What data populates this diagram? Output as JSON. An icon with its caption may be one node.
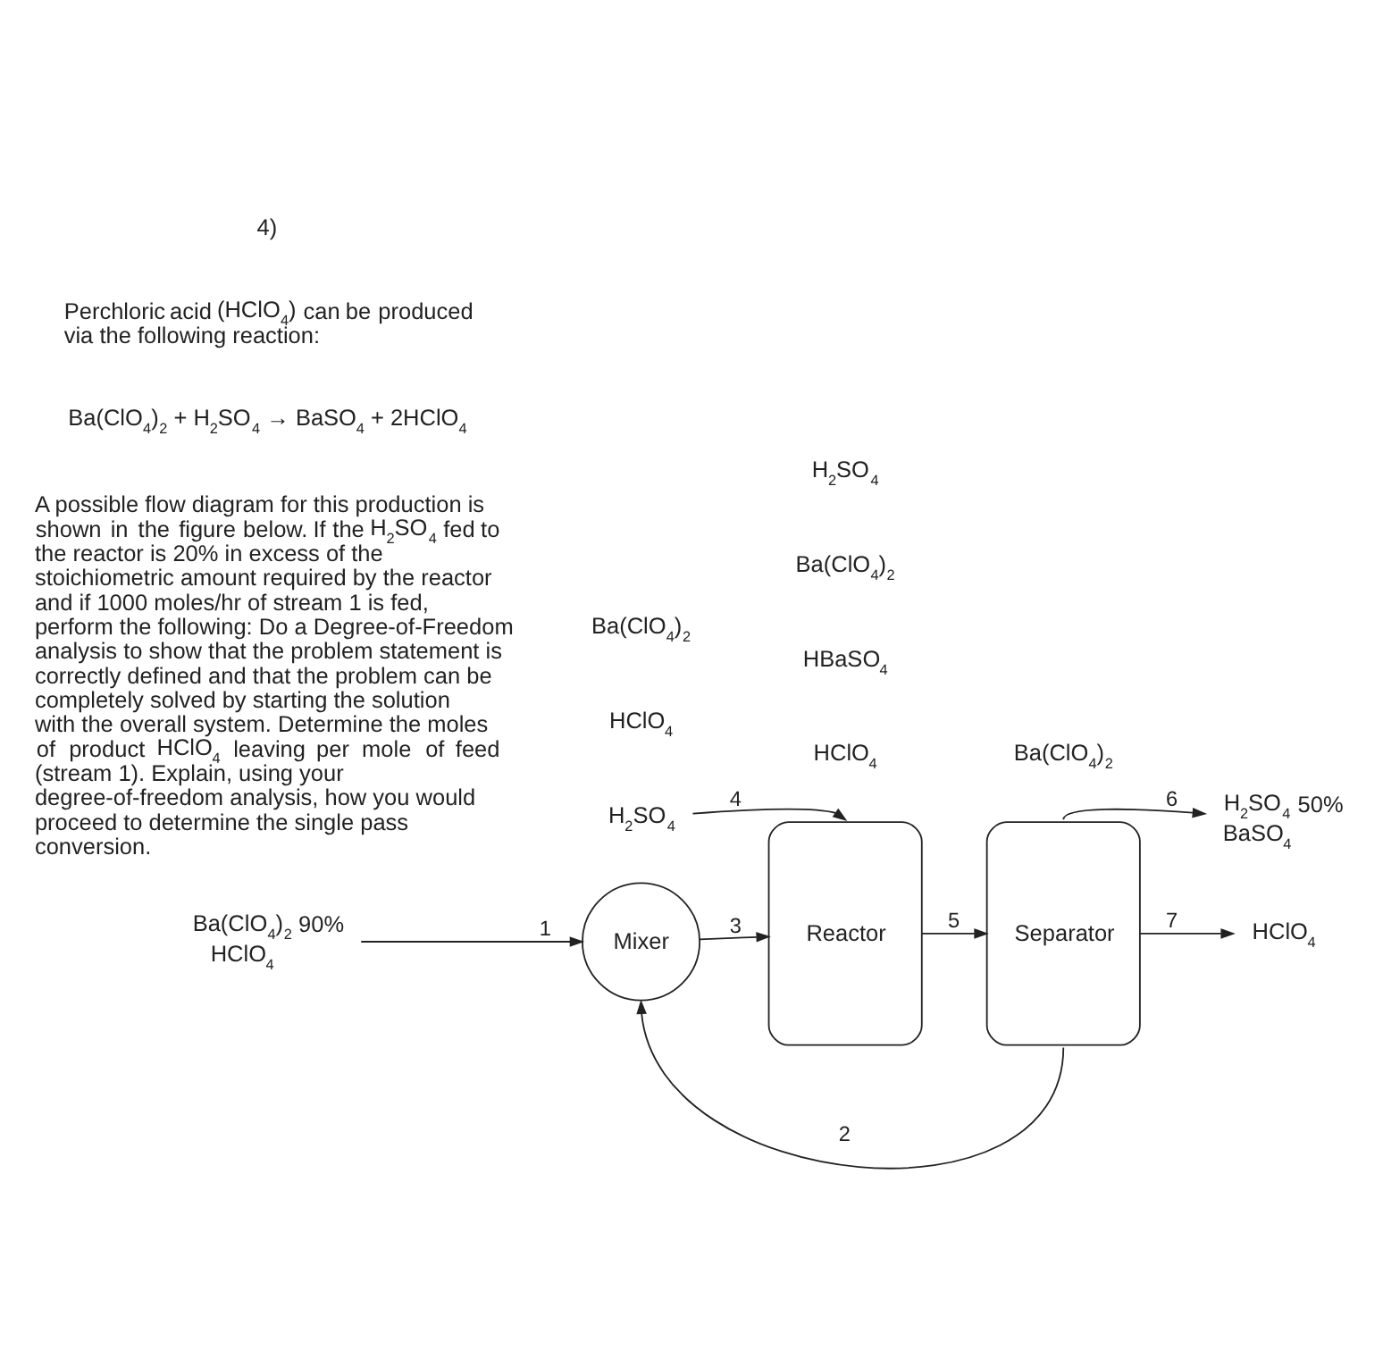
{
  "diagram": {
    "nodes": [
      {
        "text": [
          "H$_{2}$SO$_{4}$"
        ]
      },
      {
        "text": [
          "H$_{2}$SO$_{4}$",
          "BaSO$_{4}$"
        ],
        "beside": [
          "50%"
        ]
      },
      {
        "text": [
          "Mixer"
        ]
      },
      {
        "text": [
          "Reactor"
        ]
      },
      {
        "text": [
          "Separator"
        ]
      },
      {
        "text": [
          "HClO$_{4}$"
        ]
      },
      {
        "text": [
          "Ba(ClO$_{4}$)$_{2}$",
          "HClO$_{4}$"
        ],
        "beside": [
          "90%"
        ]
      }
    ],
    "edges": [
      {
        "from": 6,
        "to": 2,
        "arrow": "to",
        "label": "1"
      },
      {
        "from": 4,
        "to": 2,
        "arrow": "to",
        "label": "2"
      },
      {
        "from": 2,
        "to": 3,
        "arrow": "to",
        "label": "3"
      },
      {
        "from": 0,
        "to": 3,
        "arrow": "to",
        "label": "4"
      },
      {
        "from": 3,
        "to": 4,
        "arrow": "to",
        "label": "5"
      },
      {
        "from": 4,
        "to": 1,
        "arrow": "to",
        "label": "6"
      },
      {
        "from": 4,
        "to": 5,
        "arrow": "to",
        "label": "7"
      }
    ],
    "labels": [
      "4)",
      "Perchloric acid (HClO$_{4}$) can be produced via the following reaction:",
      "Ba(ClO$_{4}$)$_{2}$ + H$_{2}$SO$_{4}$ → BaSO$_{4}$ + 2HClO$_{4}$",
      "A possible flow diagram for this production is shown in the figure below. If the H$_{2}$SO$_{4}$ fed to the reactor is 20% in excess of the stoichiometric amount required by the reactor and if 1000 moles/hr of stream 1 is fed, perform the following: Do a Degree-of-Freedom analysis to show that the problem statement is correctly defined and that the problem can be completely solved by starting the solution with the overall system. Determine the moles of product HClO$_{4}$ leaving per mole of feed (stream 1). Explain, using your degree-of-freedom analysis, how you would proceed to determine the single pass conversion.",
      "Ba(ClO$_{4}$)$_{2}$",
      "HClO$_{4}$",
      "H$_{2}$SO$_{4}$",
      "Ba(ClO$_{4}$)$_{2}$",
      "HBaSO$_{4}$",
      "HClO$_{4}$",
      "Ba(ClO$_{4}$)$_{2}$"
    ]
  }
}
